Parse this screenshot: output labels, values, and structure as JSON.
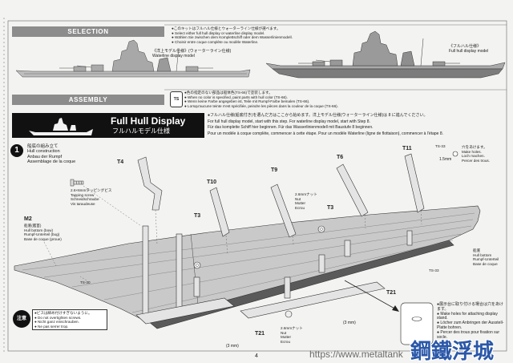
{
  "selection": {
    "header": "SELECTION",
    "notes": [
      "●このキットはフルハル仕様とウォーターライン仕様が選べます。",
      "● Select either full hull display or waterline display model.",
      "● Wählen Sie zwischen dem Komplettschiff oder dem Wasserlinienmodell.",
      "● Choisir entre coque complète ou modèle Waterline."
    ],
    "waterline": {
      "label_jp": "《洋上モデル仕様》(ウォーターライン仕様)",
      "label_en": "Waterline display model"
    },
    "fullhull": {
      "label_jp": "《フルハル仕様》",
      "label_en": "Full hull display model"
    }
  },
  "assembly": {
    "header": "ASSEMBLY",
    "paint_icon": "TS",
    "notes": [
      "●色の指定のない部品は船体色(TS-66)で塗装します。",
      "● When no color is specified, paint parts with hull color (TS-66).",
      "● Wenn keine Farbe angegeben ist, Teile mit Rumpf-Farbe bemalen (TS-66).",
      "● Lorsqu'aucune teinte n'est spécifiée, peindre les pièces dans la couleur de la coque (TS-66)."
    ]
  },
  "banner": {
    "title": "Full Hull Display",
    "subtitle": "フルハルモデル仕様",
    "notes": [
      "●フルハル仕様(船底付き)を選んだ方はここから始めます。洋上モデル仕様(ウォーターライン仕様)は 8 に進んでください。",
      "For full hull display model, start with this step. For waterline display model, start with Step 8.",
      "Für das komplette Schiff hier beginnen. Für das Wasserlinienmodell mit Baustufe 8 beginnen.",
      "Pour un modèle à coque complète, commencer à cette étape. Pour un modèle Waterline (ligne de flottaison), commencer à l'étape 8."
    ]
  },
  "step1": {
    "number": "1",
    "title": [
      "船底の組み立て",
      "Hull construction",
      "Anbau der Rumpf",
      "Assemblage de la coque"
    ],
    "parts": {
      "t4": "T4",
      "t10": "T10",
      "t9": "T9",
      "t3_left": "T3",
      "t3_right": "T3",
      "t6": "T6",
      "t11": "T11",
      "t21_bottom": "T21",
      "t21_right": "T21",
      "m2": "M2"
    },
    "screw": [
      "2.6×6mmタッピングビス",
      "Tapping screw",
      "Schneidschraube",
      "Vis taraudeuse"
    ],
    "nut_top": [
      "2.6mmナット",
      "Nut",
      "Mutter",
      "Ecrou"
    ],
    "nut_bottom": [
      "2.6mmナット",
      "Nut",
      "Mutter",
      "Ecrou"
    ],
    "holes": {
      "size": "1.5mm",
      "lines": [
        "穴をあけます。",
        "Make holes.",
        "Loch machen.",
        "Percer des trous."
      ]
    },
    "bow": [
      "船底(艦首)",
      "Hull bottom (bow)",
      "Rumpf-Unterteil (bug)",
      "Base de coque (proue)"
    ],
    "hull": [
      "船底",
      "Hull bottom",
      "Rumpf-Unterteil",
      "Base de coque"
    ],
    "paints": {
      "ts30": "TS-30",
      "ts33_top": "TS-33",
      "ts33_right": "TS-33"
    },
    "size_left": "(3 mm)",
    "size_right": "(3 mm)",
    "caution": {
      "label": "注意",
      "notes": [
        "●ビスは締め付けすぎないように。",
        "● Do not overtighten screws.",
        "● Nicht ganz einschrauben.",
        "● Ne pas serrer trop."
      ]
    },
    "stand_note": [
      "●展示台に取り付ける場合は穴をあけます。",
      "● Make holes for attaching display stand.",
      "● Löcher zum Anbringen der Ausstell-Platte bohren.",
      "● Percer des trous pour fixation sur socle."
    ]
  },
  "page_number": "4",
  "watermark": {
    "url": "https://www.metaltank",
    "logo": "鋼鐵浮城"
  },
  "colors": {
    "bar": "#8c8c8c",
    "banner": "#111111",
    "logo": "#2a57a8",
    "hull_gray": "#b8b8b8"
  }
}
